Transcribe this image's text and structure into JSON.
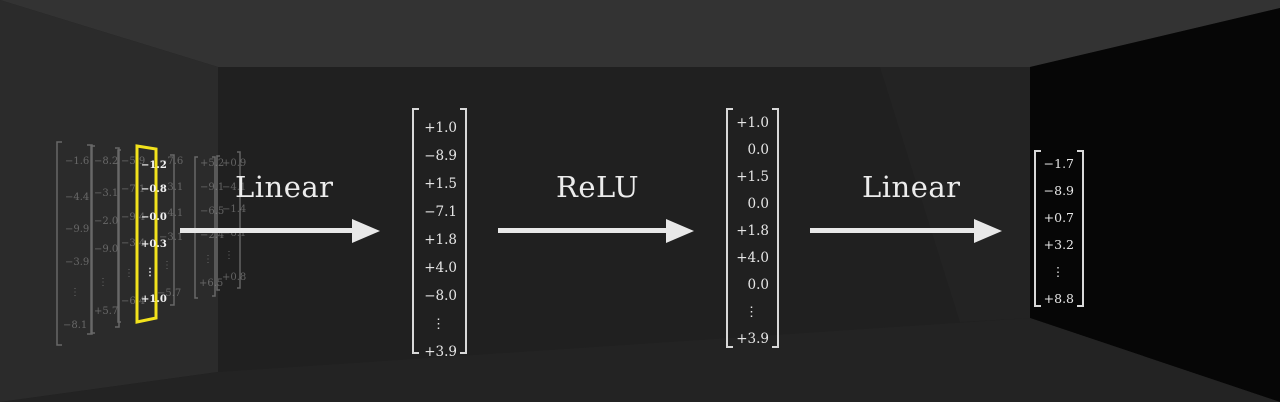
{
  "labels": {
    "linear_1": "Linear",
    "relu": "ReLU",
    "linear_2": "Linear"
  },
  "vectors": {
    "hidden_pre": [
      "+1.0",
      "−8.9",
      "+1.5",
      "−7.1",
      "+1.8",
      "+4.0",
      "−8.0",
      "⋮",
      "+3.9"
    ],
    "hidden_post": [
      "+1.0",
      "0.0",
      "+1.5",
      "0.0",
      "+1.8",
      "+4.0",
      "0.0",
      "⋮",
      "+3.9"
    ],
    "output": [
      "−1.7",
      "−8.9",
      "+0.7",
      "+3.2",
      "⋮",
      "+8.8"
    ]
  },
  "input_matrix_highlighted_column": [
    "−1.2",
    "−0.8",
    "−0.0",
    "+0.3",
    "⋮",
    "+1.0"
  ],
  "colors": {
    "background": "#1f1f1f",
    "left_wall": "#2c2c2c",
    "ceiling": "#333333",
    "right_wall": "#050505",
    "floor": "#232323",
    "highlight": "#f2e21c",
    "text": "#e6e6e6",
    "arrow": "#e8e8e8"
  }
}
